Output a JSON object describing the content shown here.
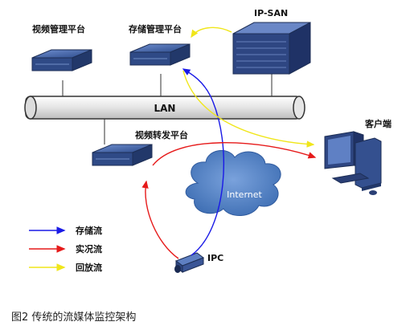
{
  "labels": {
    "video_mgmt": "视频管理平台",
    "storage_mgmt": "存储管理平台",
    "ipsan": "IP-SAN",
    "lan": "LAN",
    "forwarding": "视频转发平台",
    "client": "客户端",
    "internet": "Internet",
    "ipc": "IPC"
  },
  "legend": [
    {
      "label": "存储流",
      "color": "#1a1ae6"
    },
    {
      "label": "实况流",
      "color": "#e61a1a"
    },
    {
      "label": "回放流",
      "color": "#f0e61a"
    }
  ],
  "caption": "图2  传统的流媒体监控架构",
  "colors": {
    "device": "#3d5a9c",
    "cloud": "#5a86c8"
  }
}
